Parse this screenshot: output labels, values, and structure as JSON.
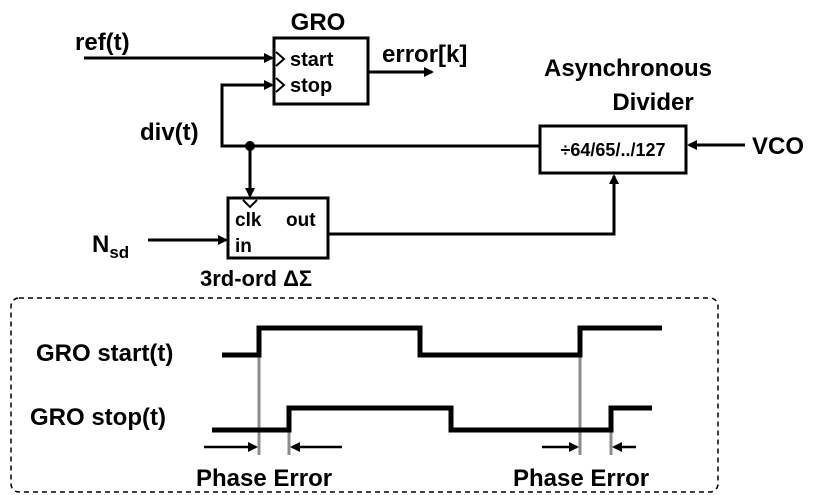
{
  "block_diagram": {
    "gro": {
      "title": "GRO",
      "start_label": "start",
      "stop_label": "stop",
      "output_label": "error[k]"
    },
    "inputs": {
      "ref": "ref(t)",
      "div": "div(t)",
      "nsd_main": "N",
      "nsd_sub": "sd",
      "vco": "VCO"
    },
    "divider": {
      "title_line1": "Asynchronous",
      "title_line2": "Divider",
      "ratio_label": "÷64/65/../127"
    },
    "sigma_delta": {
      "clk_label": "clk",
      "out_label": "out",
      "in_label": "in",
      "caption": "3rd-ord ΔΣ"
    }
  },
  "timing_diagram": {
    "start_label": "GRO start(t)",
    "stop_label": "GRO stop(t)",
    "phase_error_1": "Phase Error",
    "phase_error_2": "Phase Error"
  },
  "colors": {
    "line": "#000000",
    "transition_marker": "#8c8c8c",
    "background": "#ffffff"
  }
}
